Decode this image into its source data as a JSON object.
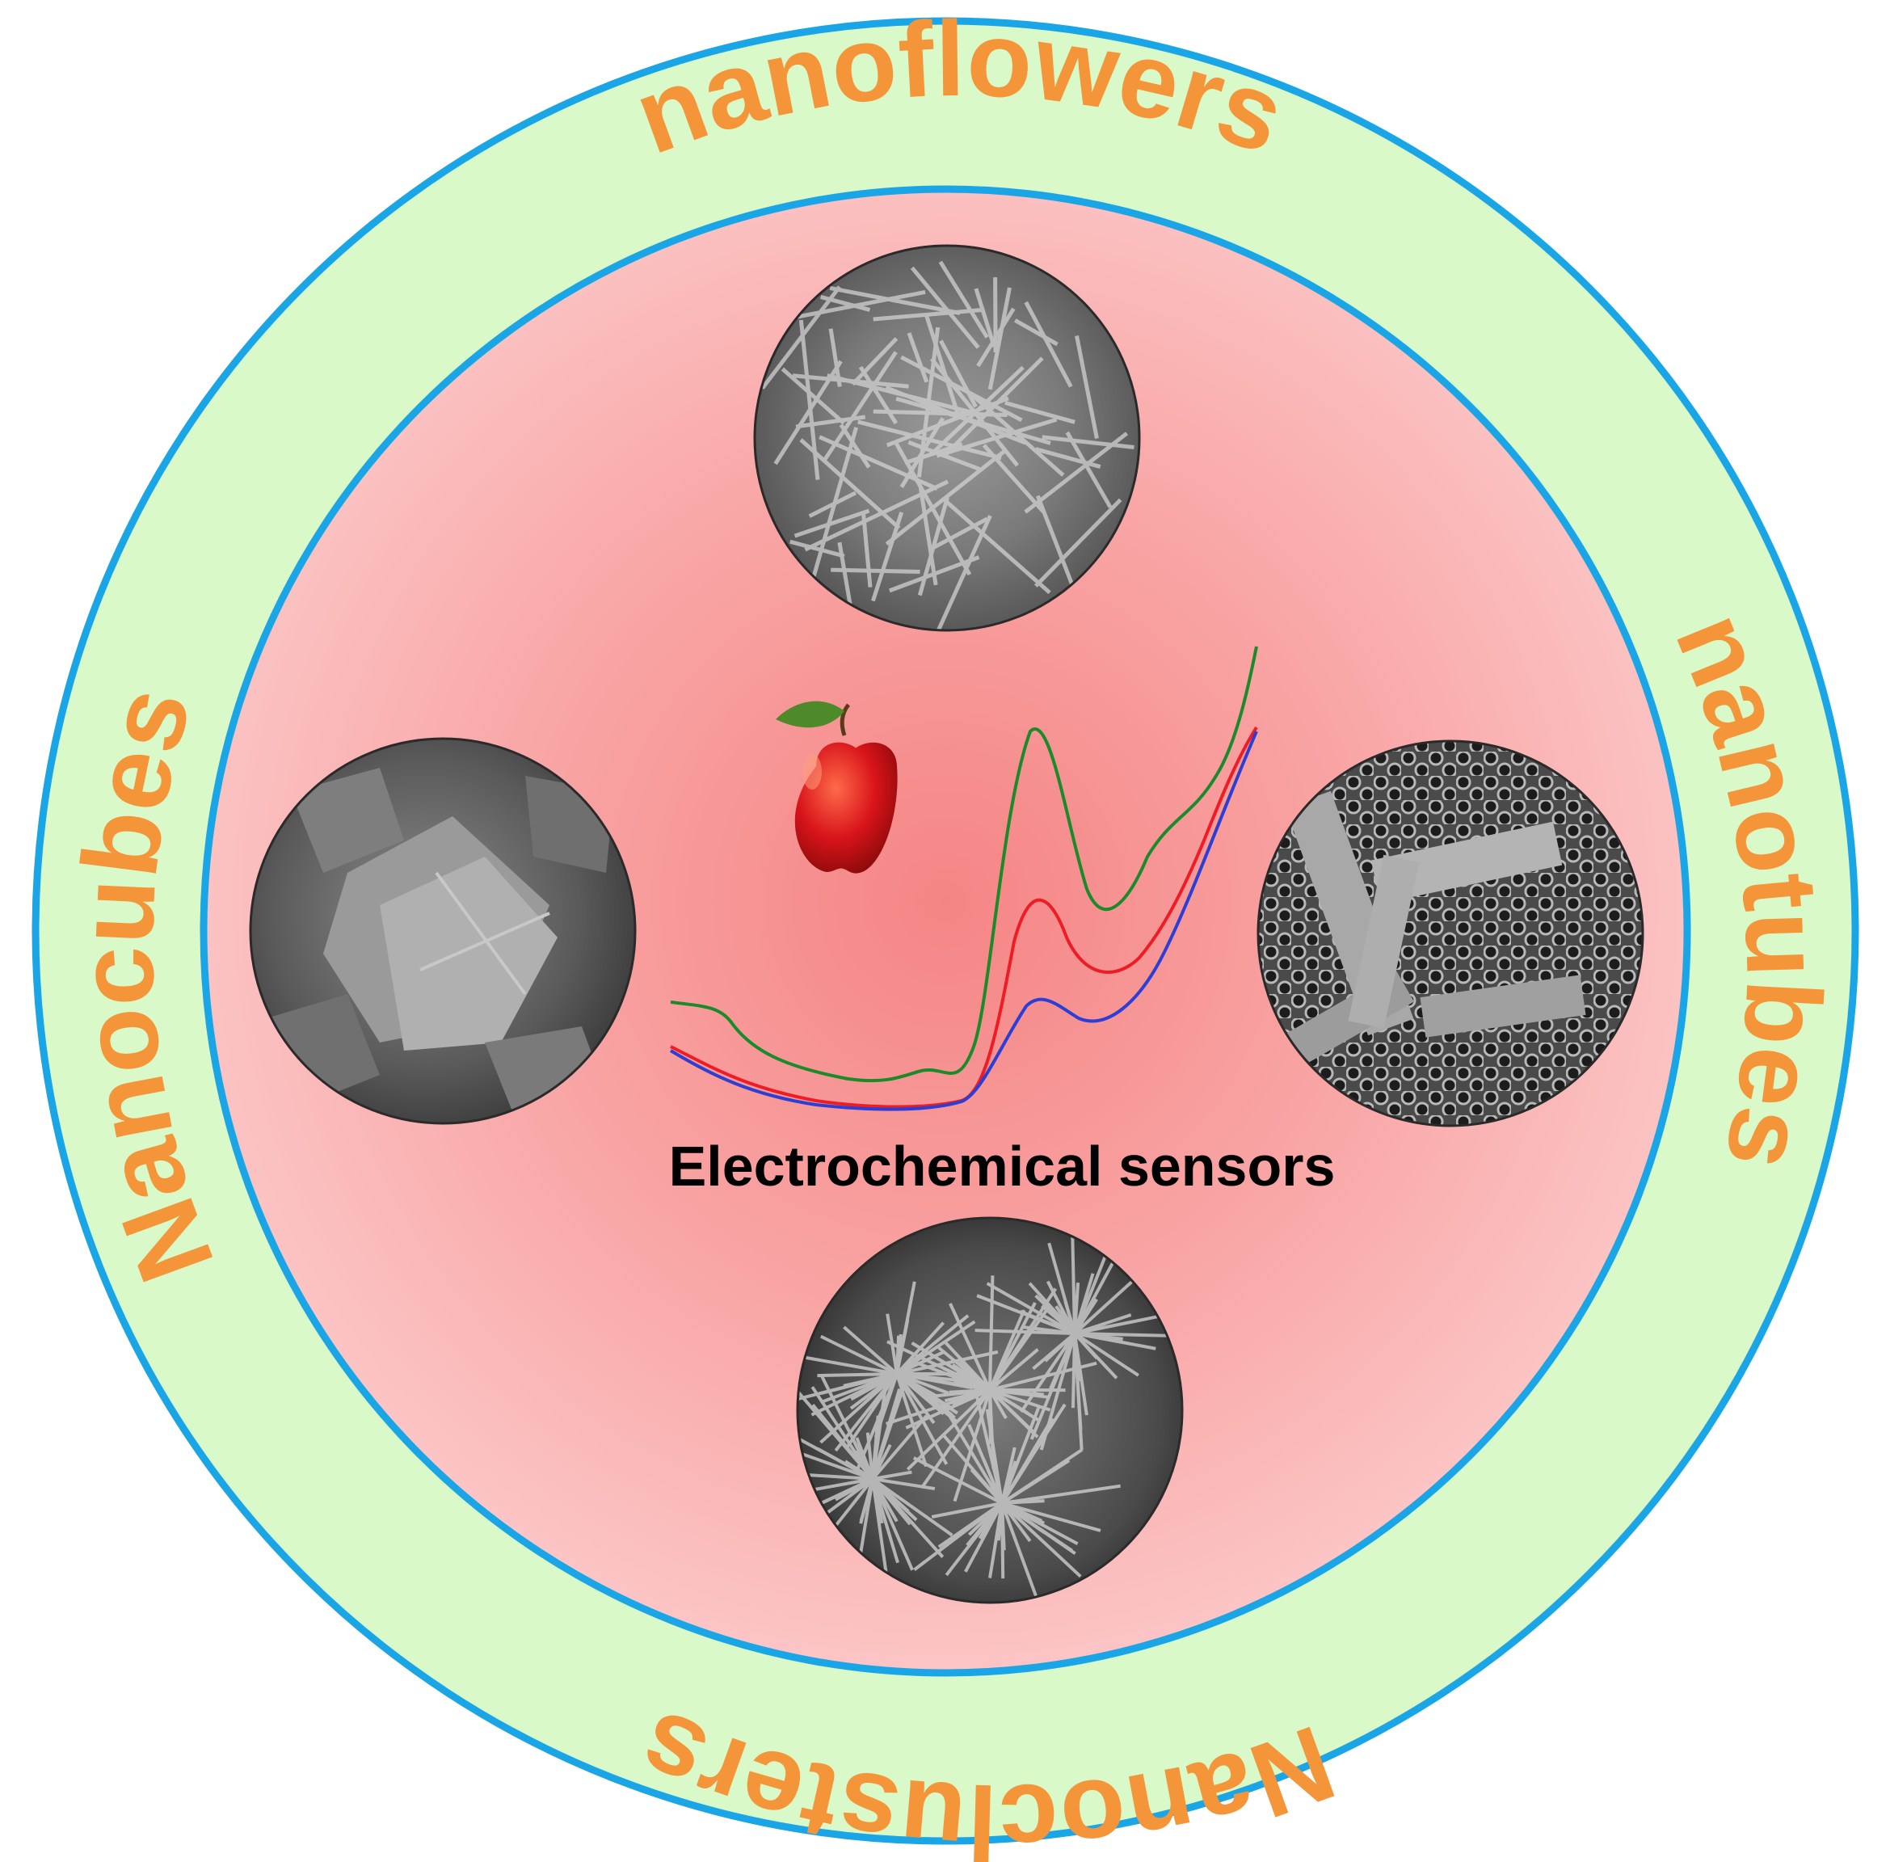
{
  "ring_labels": {
    "top": "nanoflowers",
    "right": "nanotubes",
    "bottom": "Nanoclusters",
    "left": "Nanocubes"
  },
  "center_caption": "Electrochemical sensors",
  "colors": {
    "ring_fill": "#d9f9c8",
    "ring_border": "#1aa6e6",
    "inner_center": "#f58a8a",
    "inner_edge": "#fcc8c8",
    "label": "#f5953a",
    "caption": "#000000",
    "curve_green": "#1a8a2a",
    "curve_red": "#ee1c24",
    "curve_blue": "#2b3fd6"
  },
  "icons": {
    "apple": "apple-icon",
    "micrographs": [
      "nanoflower-micrograph",
      "nanotube-micrograph",
      "nanocluster-micrograph",
      "nanocube-micrograph"
    ]
  },
  "curves": [
    {
      "color": "green"
    },
    {
      "color": "red"
    },
    {
      "color": "blue"
    }
  ]
}
